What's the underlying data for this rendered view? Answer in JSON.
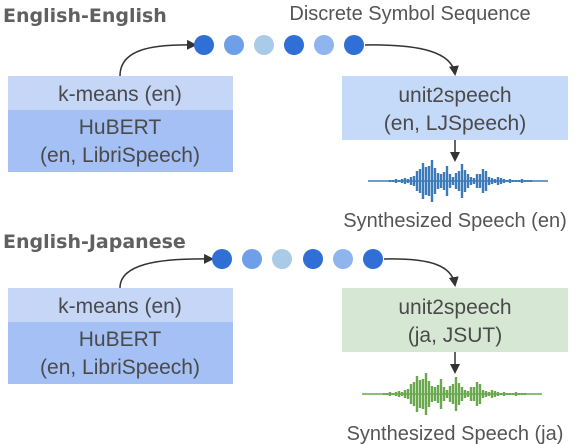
{
  "sections": [
    {
      "title": "English-English",
      "sequence_label": "Discrete Symbol Sequence",
      "encoder": {
        "kmeans_label": "k-means (en)",
        "hubert_line1": "HuBERT",
        "hubert_line2": "(en, LibriSpeech)"
      },
      "decoder": {
        "line1": "unit2speech",
        "line2": "(en, LJSpeech)"
      },
      "output_label": "Synthesized Speech (en)",
      "dot_colors": [
        "#2f6fd6",
        "#6f9fe8",
        "#a9cbe8",
        "#2f6fd6",
        "#8fb4ee",
        "#2f6fd6"
      ],
      "wave_color": "#3d7ab8"
    },
    {
      "title": "English-Japanese",
      "sequence_label": "",
      "encoder": {
        "kmeans_label": "k-means (en)",
        "hubert_line1": "HuBERT",
        "hubert_line2": "(en, LibriSpeech)"
      },
      "decoder": {
        "line1": "unit2speech",
        "line2": "(ja, JSUT)"
      },
      "output_label": "Synthesized Speech (ja)",
      "dot_colors": [
        "#2f6fd6",
        "#6f9fe8",
        "#a9cbe8",
        "#2f6fd6",
        "#8fb4ee",
        "#2f6fd6"
      ],
      "wave_color": "#6aa84f"
    }
  ],
  "colors": {
    "kmeans_box": "#c5d6f7",
    "hubert_box": "#a4c0f4",
    "decoder_en_box": "#c5d9f9",
    "decoder_ja_box": "#d6e8d4",
    "arrow": "#333333"
  }
}
